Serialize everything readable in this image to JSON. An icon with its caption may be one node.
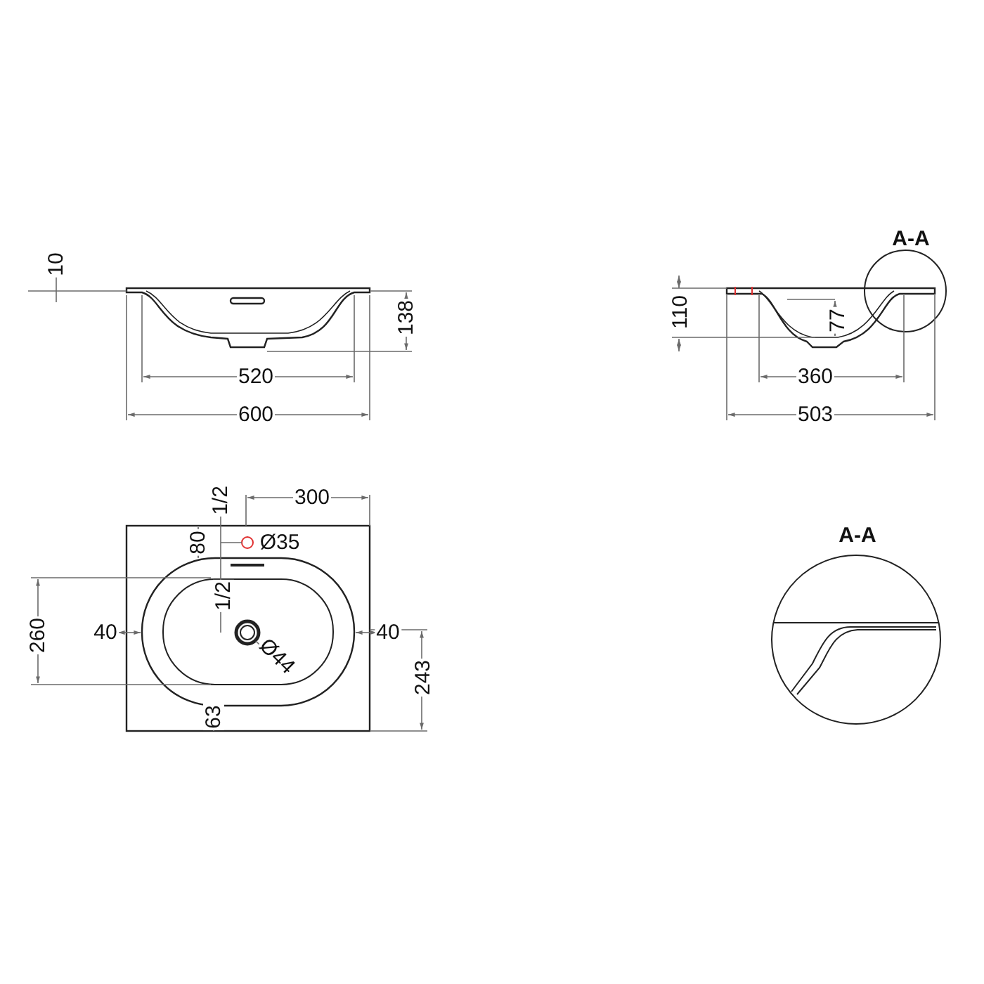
{
  "diagram": {
    "labels": [
      "10",
      "138",
      "520",
      "600",
      "A-A",
      "110",
      "77",
      "360",
      "503",
      "1/2",
      "300",
      "80",
      "Ø35",
      "1/2",
      "260",
      "40",
      "40",
      "Ø44",
      "243",
      "63",
      "A-A"
    ]
  }
}
